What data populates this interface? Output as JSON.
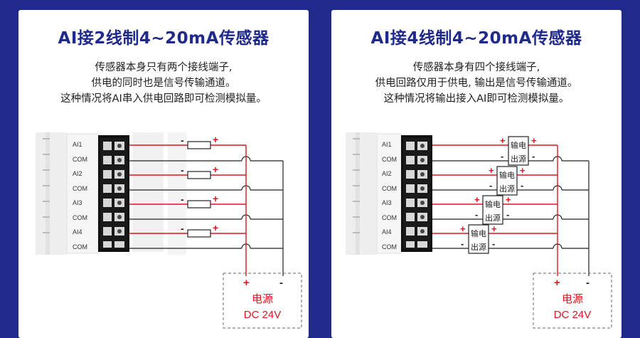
{
  "left": {
    "title": "AI接2线制4~20mA传感器",
    "desc": [
      "传感器本身只有两个接线端子,",
      "供电的同时也是信号传输通道。",
      "这种情况将AI串入供电回路即可检测模拟量。"
    ],
    "terminals": [
      "AI1",
      "COM",
      "AI2",
      "COM",
      "AI3",
      "COM",
      "AI4",
      "COM"
    ],
    "sensor_plus": "+",
    "sensor_minus": "-",
    "psu_plus": "+",
    "psu_minus": "-",
    "psu_label": "电源",
    "psu_voltage": "DC 24V"
  },
  "right": {
    "title": "AI接4线制4~20mA传感器",
    "desc": [
      "传感器本身有四个接线端子,",
      "供电回路仅用于供电, 输出是信号传输通道。",
      "这种情况将输出接入AI即可检测模拟量。"
    ],
    "terminals": [
      "AI1",
      "COM",
      "AI2",
      "COM",
      "AI3",
      "COM",
      "AI4",
      "COM"
    ],
    "sensor_top": "输电",
    "sensor_bottom": "出源",
    "plus": "+",
    "minus": "-",
    "psu_plus": "+",
    "psu_minus": "-",
    "psu_label": "电源",
    "psu_voltage": "DC 24V"
  },
  "colors": {
    "background": "#1f2a8c",
    "title": "#1f2a8c",
    "wire_red": "#e0141c",
    "wire_black": "#222222",
    "terminal_block": "#1a1a1a"
  }
}
